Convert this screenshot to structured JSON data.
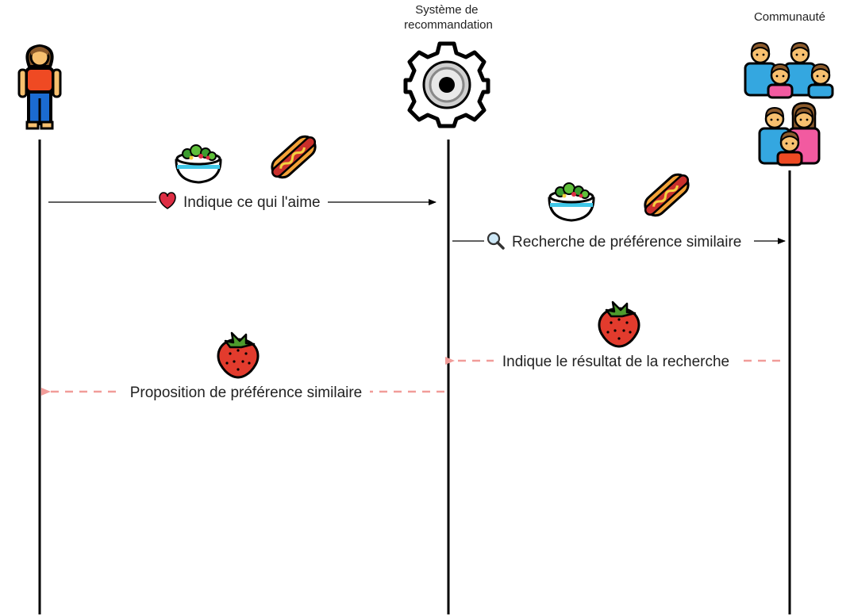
{
  "actors": {
    "user": {
      "label": "",
      "icon": "person-icon"
    },
    "system": {
      "label_lines": [
        "Système de",
        "recommandation"
      ],
      "icon": "gear-icon"
    },
    "community": {
      "label": "Communauté",
      "icon": "family-icon"
    }
  },
  "messages": [
    {
      "text": "Indique ce qui l'aime",
      "icon": "heart-icon",
      "style": "solid",
      "from": "user",
      "to": "system",
      "food_icons": [
        "salad-icon",
        "hotdog-icon"
      ]
    },
    {
      "text": "Recherche de préférence similaire",
      "icon": "magnifier-icon",
      "style": "solid",
      "from": "system",
      "to": "community",
      "food_icons": [
        "salad-icon",
        "hotdog-icon"
      ]
    },
    {
      "text": "Indique le résultat de la recherche",
      "icon": "",
      "style": "dashed",
      "from": "community",
      "to": "system",
      "food_icons": [
        "strawberry-icon"
      ]
    },
    {
      "text": "Proposition de préférence similaire",
      "icon": "",
      "style": "dashed",
      "from": "system",
      "to": "user",
      "food_icons": [
        "strawberry-icon"
      ]
    }
  ],
  "colors": {
    "lifeline": "#000000",
    "solid_arrow": "#000000",
    "dashed_arrow": "#f19c99",
    "heart": "#dd2e44",
    "strawberry": "#e23b2d",
    "salad_bowl": "#40c7e8",
    "hotdog": "#e08a1e",
    "person_shirt": "#ef4a23",
    "person_pants": "#1b6bd1",
    "family_blue": "#34a7e0",
    "family_pink": "#f25aa0"
  }
}
